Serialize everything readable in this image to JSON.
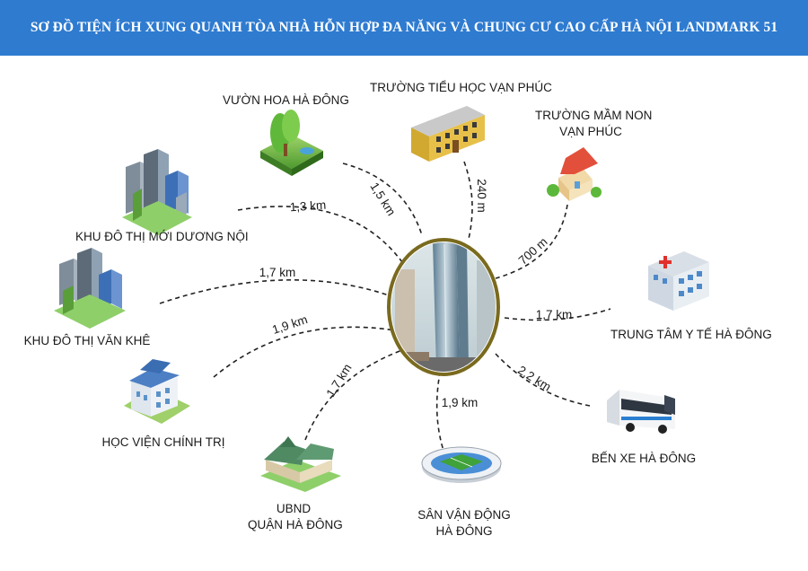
{
  "title": "SƠ ĐỒ TIỆN ÍCH XUNG QUANH TÒA NHÀ HỖN HỢP ĐA NĂNG VÀ CHUNG CƯ CAO CẤP HÀ NỘI LANDMARK 51",
  "colors": {
    "header": "#2e7bd0",
    "line": "#222222",
    "hub_border": "#7a6a1e"
  },
  "center": {
    "icon": "landmark-51-tower"
  },
  "amenities": [
    {
      "id": "vuon-hoa",
      "lines": [
        "VƯỜN HOA HÀ ĐÔNG"
      ],
      "distance": "1,5 km",
      "icon": "park-tree-icon"
    },
    {
      "id": "tieu-hoc",
      "lines": [
        "TRƯỜNG TIỂU HỌC VẠN PHÚC"
      ],
      "distance": "240 m",
      "icon": "school-building-icon"
    },
    {
      "id": "mam-non",
      "lines": [
        "TRƯỜNG MẦM NON",
        "VẠN PHÚC"
      ],
      "distance": "700 m",
      "icon": "kindergarten-house-icon"
    },
    {
      "id": "duong-noi",
      "lines": [
        "KHU ĐÔ THỊ MỚI DƯƠNG NỘI"
      ],
      "distance": "1,3 km",
      "icon": "city-towers-icon"
    },
    {
      "id": "van-khe",
      "lines": [
        "KHU ĐÔ THỊ VĂN KHÊ"
      ],
      "distance": "1,7 km",
      "icon": "city-towers-icon"
    },
    {
      "id": "y-te",
      "lines": [
        "TRUNG TÂM Y TẾ HÀ ĐÔNG"
      ],
      "distance": "1,7 km",
      "icon": "hospital-icon"
    },
    {
      "id": "chinh-tri",
      "lines": [
        "HỌC VIỆN CHÍNH TRỊ"
      ],
      "distance": "1,9 km",
      "icon": "academy-building-icon"
    },
    {
      "id": "ben-xe",
      "lines": [
        "BẾN XE HÀ ĐÔNG"
      ],
      "distance": "2,2 km",
      "icon": "bus-icon"
    },
    {
      "id": "ubnd",
      "lines": [
        "UBND",
        "QUẬN HÀ ĐÔNG"
      ],
      "distance": "1,7 km",
      "icon": "government-hall-icon"
    },
    {
      "id": "san-van-dong",
      "lines": [
        "SÂN VẬN ĐỘNG",
        "HÀ ĐÔNG"
      ],
      "distance": "1,9 km",
      "icon": "stadium-icon"
    }
  ]
}
